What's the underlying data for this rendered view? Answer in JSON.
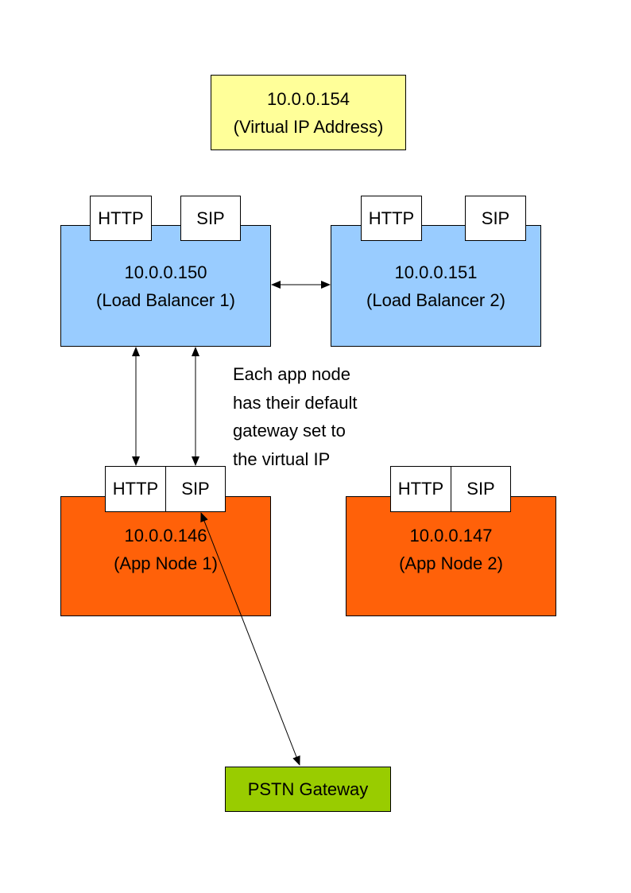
{
  "virtual_ip": {
    "address": "10.0.0.154",
    "label": "(Virtual IP Address)"
  },
  "load_balancers": [
    {
      "address": "10.0.0.150",
      "label": "(Load Balancer 1)",
      "ports": [
        "HTTP",
        "SIP"
      ]
    },
    {
      "address": "10.0.0.151",
      "label": "(Load Balancer 2)",
      "ports": [
        "HTTP",
        "SIP"
      ]
    }
  ],
  "app_nodes": [
    {
      "address": "10.0.0.146",
      "label": "(App Node 1)",
      "ports": [
        "HTTP",
        "SIP"
      ]
    },
    {
      "address": "10.0.0.147",
      "label": "(App Node 2)",
      "ports": [
        "HTTP",
        "SIP"
      ]
    }
  ],
  "note": {
    "lines": [
      "Each app node",
      "has their default",
      "gateway set to",
      "the virtual IP"
    ]
  },
  "pstn_gateway": {
    "label": "PSTN Gateway"
  },
  "colors": {
    "virtual_ip_fill": "#ffff99",
    "load_balancer_fill": "#99ccff",
    "app_node_fill": "#ff6109",
    "pstn_fill": "#99cc00",
    "port_fill": "#ffffff"
  }
}
